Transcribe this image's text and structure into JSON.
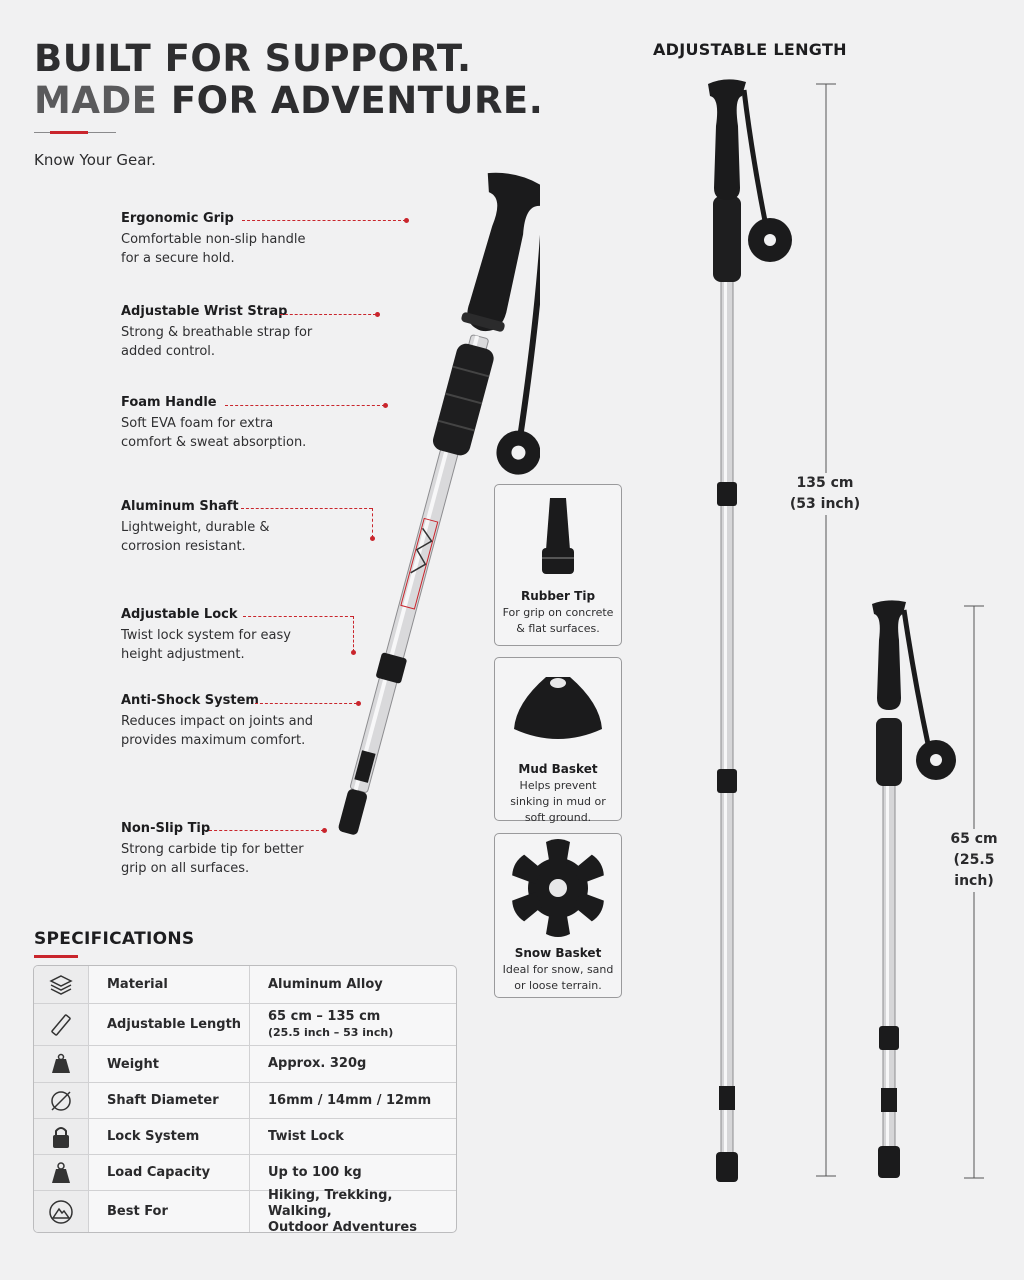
{
  "header": {
    "line1": "BUILT FOR SUPPORT.",
    "line2_dim": "MADE",
    "line2_rest": " FOR ADVENTURE.",
    "tagline": "Know Your Gear."
  },
  "features": [
    {
      "title": "Ergonomic Grip",
      "desc": "Comfortable non-slip handle for a secure hold."
    },
    {
      "title": "Adjustable Wrist Strap",
      "desc": "Strong & breathable strap for added control."
    },
    {
      "title": "Foam Handle",
      "desc": "Soft EVA foam for extra comfort & sweat absorption."
    },
    {
      "title": "Aluminum Shaft",
      "desc": "Lightweight, durable & corrosion resistant."
    },
    {
      "title": "Adjustable Lock",
      "desc": "Twist lock system for easy height adjustment."
    },
    {
      "title": "Anti-Shock System",
      "desc": "Reduces impact on joints and provides maximum comfort."
    },
    {
      "title": "Non-Slip Tip",
      "desc": "Strong carbide tip for better grip on all surfaces."
    }
  ],
  "accessories": [
    {
      "title": "Rubber Tip",
      "desc": "For grip on concrete & flat surfaces.",
      "icon": "rubber-tip-icon"
    },
    {
      "title": "Mud Basket",
      "desc": "Helps prevent sinking in mud or soft ground.",
      "icon": "mud-basket-icon"
    },
    {
      "title": "Snow Basket",
      "desc": "Ideal for snow, sand or loose terrain.",
      "icon": "snow-basket-icon"
    }
  ],
  "adjustable": {
    "title": "ADJUSTABLE LENGTH",
    "max_cm": "135 cm",
    "max_in": "(53 inch)",
    "min_cm": "65 cm",
    "min_in": "(25.5 inch)"
  },
  "specs": {
    "title": "SPECIFICATIONS",
    "rows": [
      {
        "label": "Material",
        "value": "Aluminum Alloy",
        "sub": "",
        "icon": "layers-icon"
      },
      {
        "label": "Adjustable Length",
        "value": "65 cm – 135 cm",
        "sub": "(25.5 inch – 53 inch)",
        "icon": "ruler-icon"
      },
      {
        "label": "Weight",
        "value": "Approx. 320g",
        "sub": "",
        "icon": "weight-icon"
      },
      {
        "label": "Shaft Diameter",
        "value": "16mm / 14mm / 12mm",
        "sub": "",
        "icon": "diameter-icon"
      },
      {
        "label": "Lock System",
        "value": "Twist Lock",
        "sub": "",
        "icon": "lock-icon"
      },
      {
        "label": "Load Capacity",
        "value": "Up to 100 kg",
        "sub": "",
        "icon": "load-icon"
      },
      {
        "label": "Best For",
        "value": "Hiking, Trekking, Walking,",
        "sub": "Outdoor Adventures",
        "icon": "mountain-icon"
      }
    ]
  },
  "colors": {
    "accent": "#c9252c",
    "background": "#f1f1f2",
    "text": "#1d1d1f"
  }
}
